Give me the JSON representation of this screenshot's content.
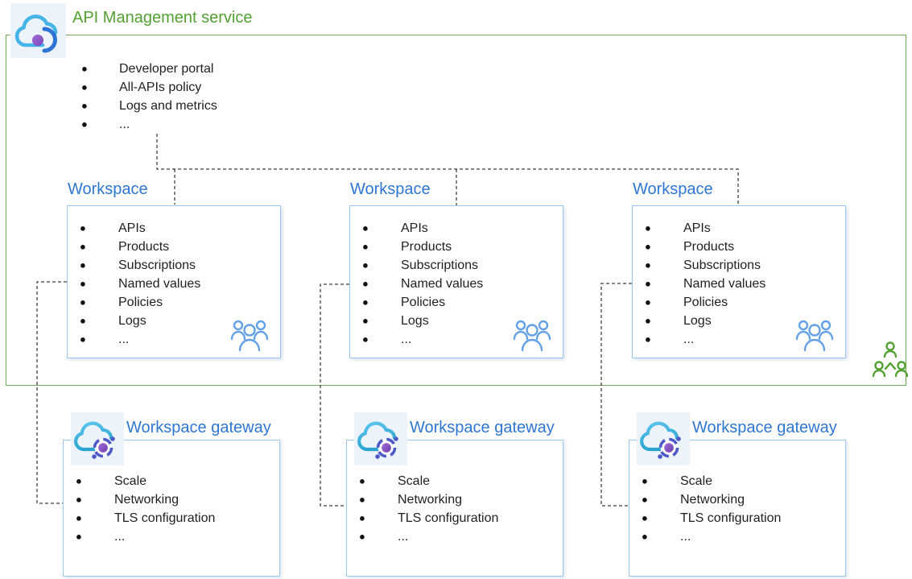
{
  "diagram": {
    "service": {
      "title": "API Management service",
      "features": [
        "Developer portal",
        "All-APIs policy",
        "Logs and metrics",
        "..."
      ]
    },
    "workspaces": [
      {
        "title": "Workspace",
        "features": [
          "APIs",
          "Products",
          "Subscriptions",
          "Named values",
          "Policies",
          "Logs",
          "..."
        ]
      },
      {
        "title": "Workspace",
        "features": [
          "APIs",
          "Products",
          "Subscriptions",
          "Named values",
          "Policies",
          "Logs",
          "..."
        ]
      },
      {
        "title": "Workspace",
        "features": [
          "APIs",
          "Products",
          "Subscriptions",
          "Named values",
          "Policies",
          "Logs",
          "..."
        ]
      }
    ],
    "gateways": [
      {
        "title": "Workspace gateway",
        "features": [
          "Scale",
          "Networking",
          "TLS configuration",
          "..."
        ]
      },
      {
        "title": "Workspace gateway",
        "features": [
          "Scale",
          "Networking",
          "TLS configuration",
          "..."
        ]
      },
      {
        "title": "Workspace gateway",
        "features": [
          "Scale",
          "Networking",
          "TLS configuration",
          "..."
        ]
      }
    ],
    "colors": {
      "green_text": "#53a033",
      "green_border": "#6fab53",
      "blue_title": "#2f76d2",
      "box_border": "#9dc6f0",
      "people_blue": "#64a0e8",
      "connector": "#3f3f3f",
      "cloud_blue": "#45b5e8",
      "cloud_teal": "#2aa3cf",
      "purple": "#8d59c5",
      "gateway_ring": "#4d59c8"
    }
  }
}
